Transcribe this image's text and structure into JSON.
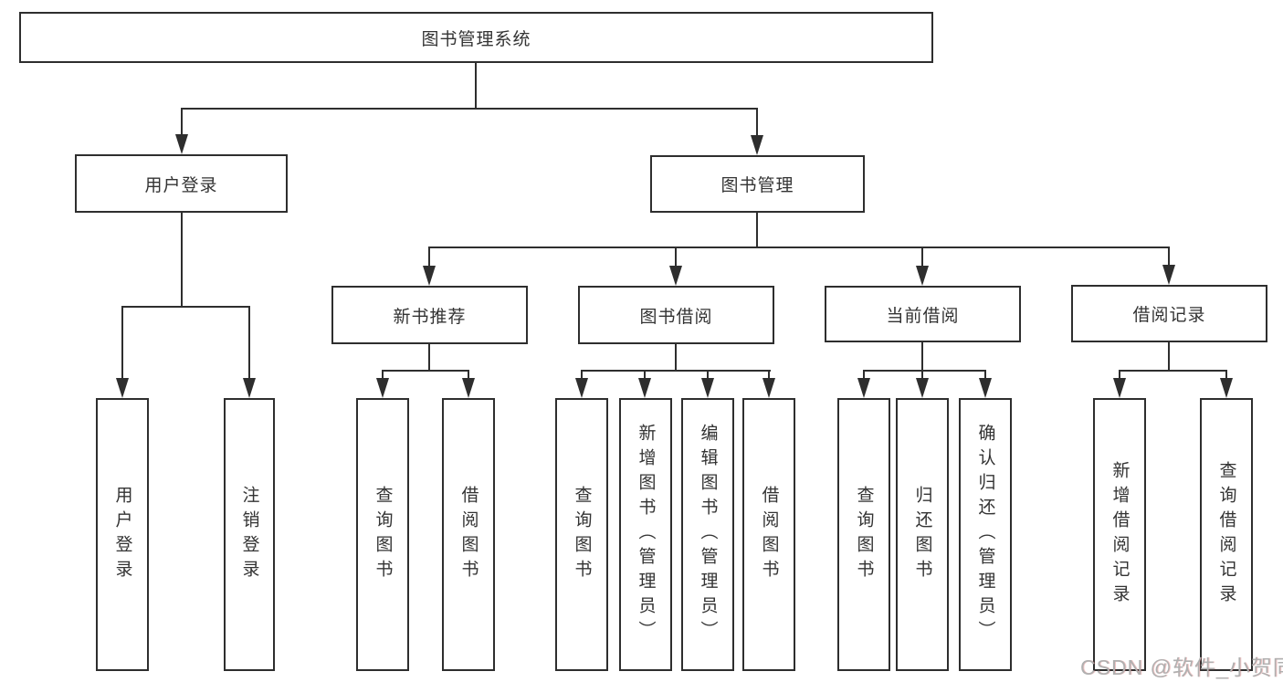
{
  "diagram": {
    "type": "tree",
    "title": "图书管理系统",
    "watermark": "CSDN @软件_小贺同学",
    "colors": {
      "line": "#2e2e2e",
      "border": "#2e2e2e",
      "text": "#333333",
      "box_background": "#ffffff",
      "page_background": "#ffffff",
      "watermark": "#b0b0b0"
    },
    "nodes": {
      "root": {
        "label": "图书管理系统",
        "level": 1,
        "parent": null
      },
      "user_login": {
        "label": "用户登录",
        "level": 2,
        "parent": "root"
      },
      "book_mgmt": {
        "label": "图书管理",
        "level": 2,
        "parent": "root"
      },
      "leaf_user_login": {
        "label": "用户登录",
        "level": 3,
        "parent": "user_login"
      },
      "leaf_logout": {
        "label": "注销登录",
        "level": 3,
        "parent": "user_login"
      },
      "new_book_rec": {
        "label": "新书推荐",
        "level": 3,
        "parent": "book_mgmt"
      },
      "book_borrow": {
        "label": "图书借阅",
        "level": 3,
        "parent": "book_mgmt"
      },
      "current_borrow": {
        "label": "当前借阅",
        "level": 3,
        "parent": "book_mgmt"
      },
      "borrow_record": {
        "label": "借阅记录",
        "level": 3,
        "parent": "book_mgmt"
      },
      "leaf_query_book_rec": {
        "label": "查询图书",
        "level": 4,
        "parent": "new_book_rec"
      },
      "leaf_borrow_book_rec": {
        "label": "借阅图书",
        "level": 4,
        "parent": "new_book_rec"
      },
      "leaf_query_book_borrow": {
        "label": "查询图书",
        "level": 4,
        "parent": "book_borrow"
      },
      "leaf_add_book_admin": {
        "label": "新增图书（管理员）",
        "level": 4,
        "parent": "book_borrow"
      },
      "leaf_edit_book_admin": {
        "label": "编辑图书（管理员）",
        "level": 4,
        "parent": "book_borrow"
      },
      "leaf_borrow_book": {
        "label": "借阅图书",
        "level": 4,
        "parent": "book_borrow"
      },
      "leaf_query_book_current": {
        "label": "查询图书",
        "level": 4,
        "parent": "current_borrow"
      },
      "leaf_return_book": {
        "label": "归还图书",
        "level": 4,
        "parent": "current_borrow"
      },
      "leaf_confirm_return_admin": {
        "label": "确认归还（管理员）",
        "level": 4,
        "parent": "current_borrow"
      },
      "leaf_add_borrow_record": {
        "label": "新增借阅记录",
        "level": 4,
        "parent": "borrow_record"
      },
      "leaf_query_borrow_record": {
        "label": "查询借阅记录",
        "level": 4,
        "parent": "borrow_record"
      }
    }
  }
}
